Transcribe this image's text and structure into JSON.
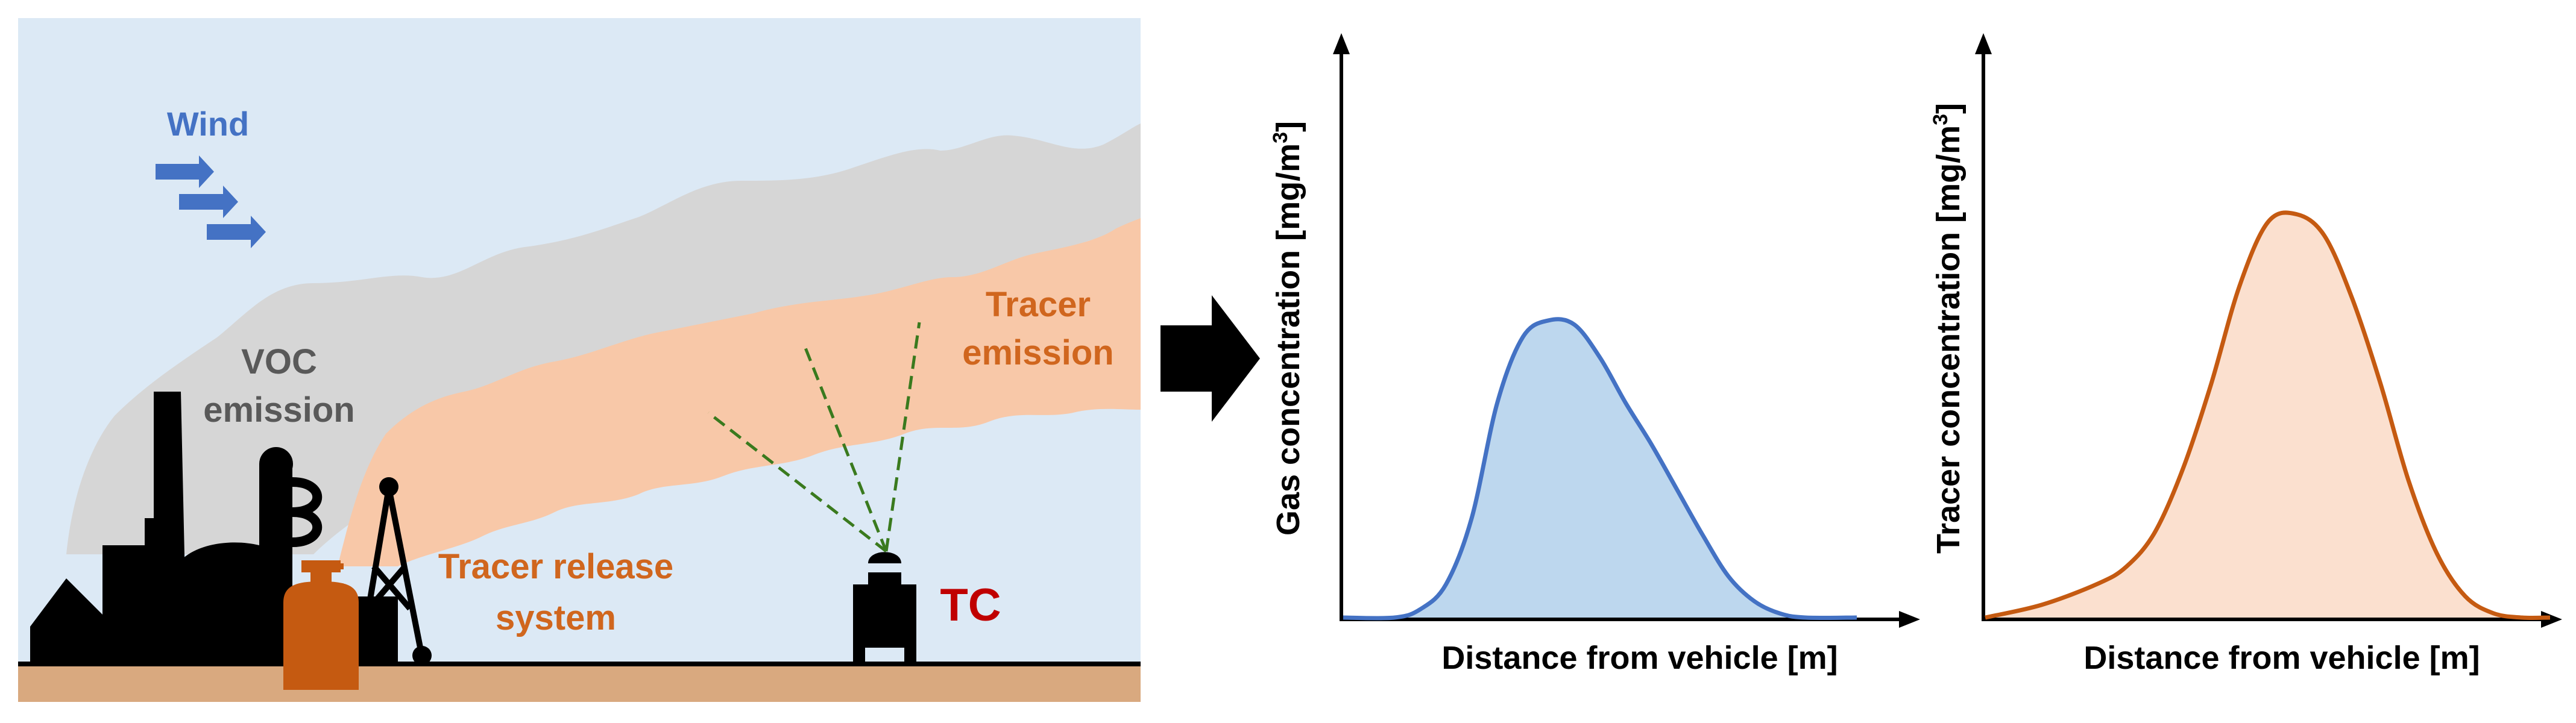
{
  "scene": {
    "wind_label": "Wind",
    "voc_label_line1": "VOC",
    "voc_label_line2": "emission",
    "tracer_emission_line1": "Tracer",
    "tracer_emission_line2": "emission",
    "tracer_release_line1": "Tracer release",
    "tracer_release_line2": "system",
    "tc_label": "TC"
  },
  "colors": {
    "sky": "#dce9f5",
    "ground": "#d9a97f",
    "voc_plume": "#d6d6d6",
    "tracer_plume": "#f8c8a8",
    "wind": "#4472c4",
    "tracer_text": "#d0661e",
    "tc_text": "#c00000",
    "gas_line": "#4472c4",
    "gas_fill": "#bdd7ee",
    "tracer_line": "#c55a11",
    "tracer_fill": "#fbe0cf"
  },
  "chart_data": [
    {
      "type": "area",
      "title": "",
      "xlabel": "Distance from vehicle [m]",
      "ylabel": "Gas concentration [mg/m³]",
      "ylabel_main": "Gas concentration [mg/m",
      "ylabel_sup": "3",
      "ylabel_end": "]",
      "x_ticks": false,
      "y_ticks": false,
      "ylim": [
        0,
        1
      ],
      "series": [
        {
          "x": [
            0,
            0.1,
            0.15,
            0.2,
            0.25,
            0.3,
            0.35,
            0.4,
            0.45,
            0.5,
            0.55,
            0.6,
            0.65,
            0.7,
            0.75,
            0.8,
            0.85,
            0.9,
            1.0
          ],
          "values": [
            0.0,
            0.0,
            0.02,
            0.08,
            0.24,
            0.52,
            0.68,
            0.72,
            0.71,
            0.63,
            0.52,
            0.42,
            0.31,
            0.2,
            0.1,
            0.04,
            0.01,
            0.0,
            0.0
          ]
        }
      ]
    },
    {
      "type": "area",
      "title": "",
      "xlabel": "Distance from vehicle [m]",
      "ylabel": "Tracer concentration [mg/m³]",
      "ylabel_main": "Tracer concentration [mg/m",
      "ylabel_sup": "3",
      "ylabel_end": "]",
      "x_ticks": false,
      "y_ticks": false,
      "ylim": [
        0,
        1
      ],
      "series": [
        {
          "x": [
            0,
            0.1,
            0.2,
            0.25,
            0.3,
            0.35,
            0.4,
            0.45,
            0.5,
            0.55,
            0.6,
            0.65,
            0.7,
            0.75,
            0.8,
            0.85,
            0.9,
            0.95,
            1.0
          ],
          "values": [
            0.0,
            0.03,
            0.08,
            0.12,
            0.2,
            0.35,
            0.55,
            0.78,
            0.93,
            0.95,
            0.9,
            0.75,
            0.55,
            0.32,
            0.15,
            0.05,
            0.01,
            0.0,
            0.0
          ]
        }
      ]
    }
  ]
}
